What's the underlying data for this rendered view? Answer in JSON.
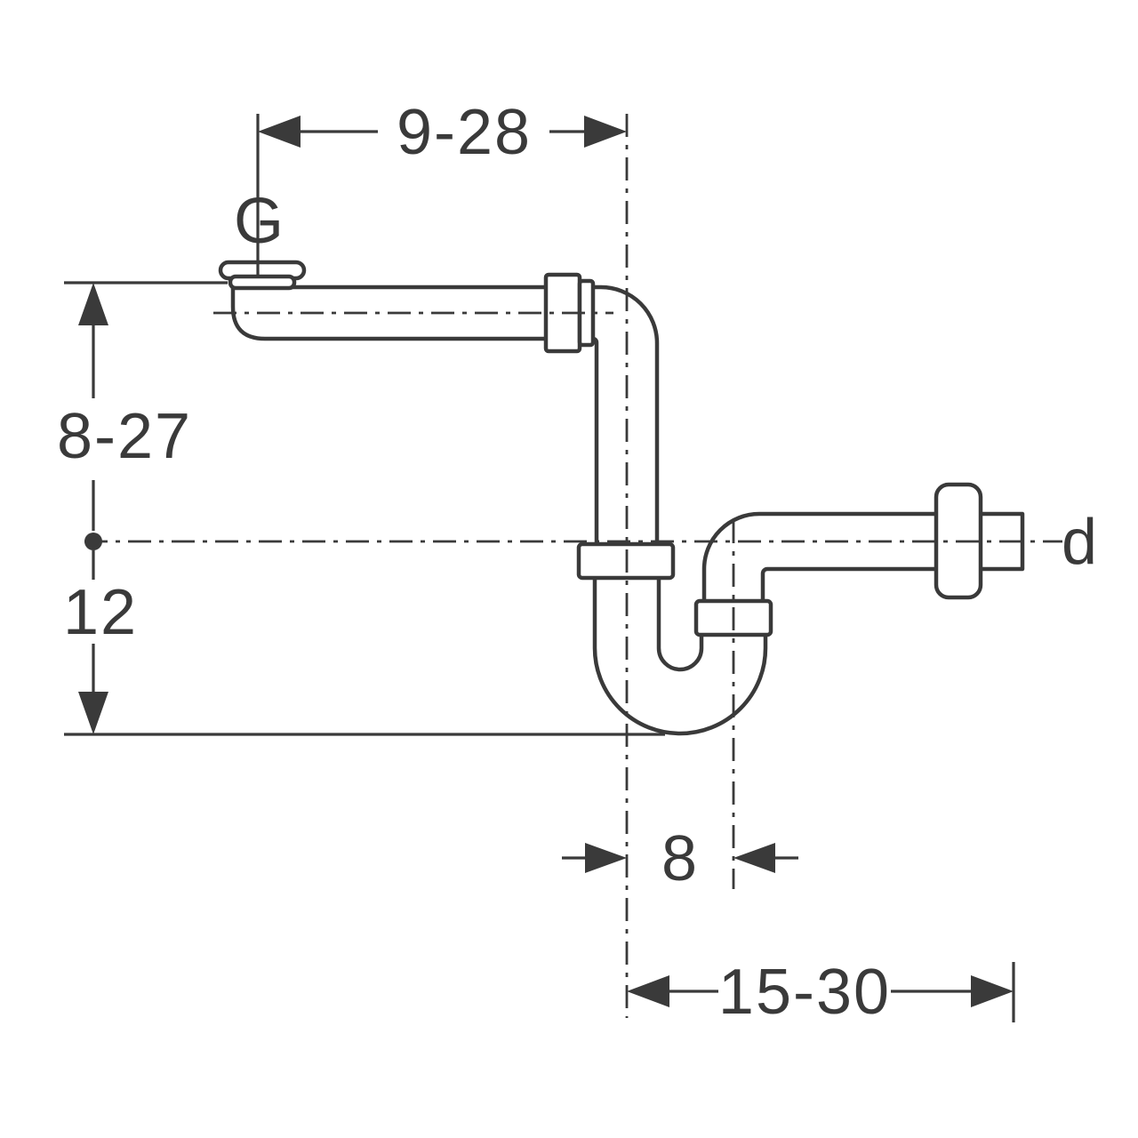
{
  "diagram": {
    "colors": {
      "line": "#3a3a3a",
      "background": "#ffffff"
    },
    "labels": {
      "dim_top_width": "9-28",
      "inlet_connection": "G",
      "dim_inlet_height": "8-27",
      "dim_trap_depth": "12",
      "dim_offset": "8",
      "dim_outlet_length": "15-30",
      "outlet_diameter": "d"
    }
  }
}
